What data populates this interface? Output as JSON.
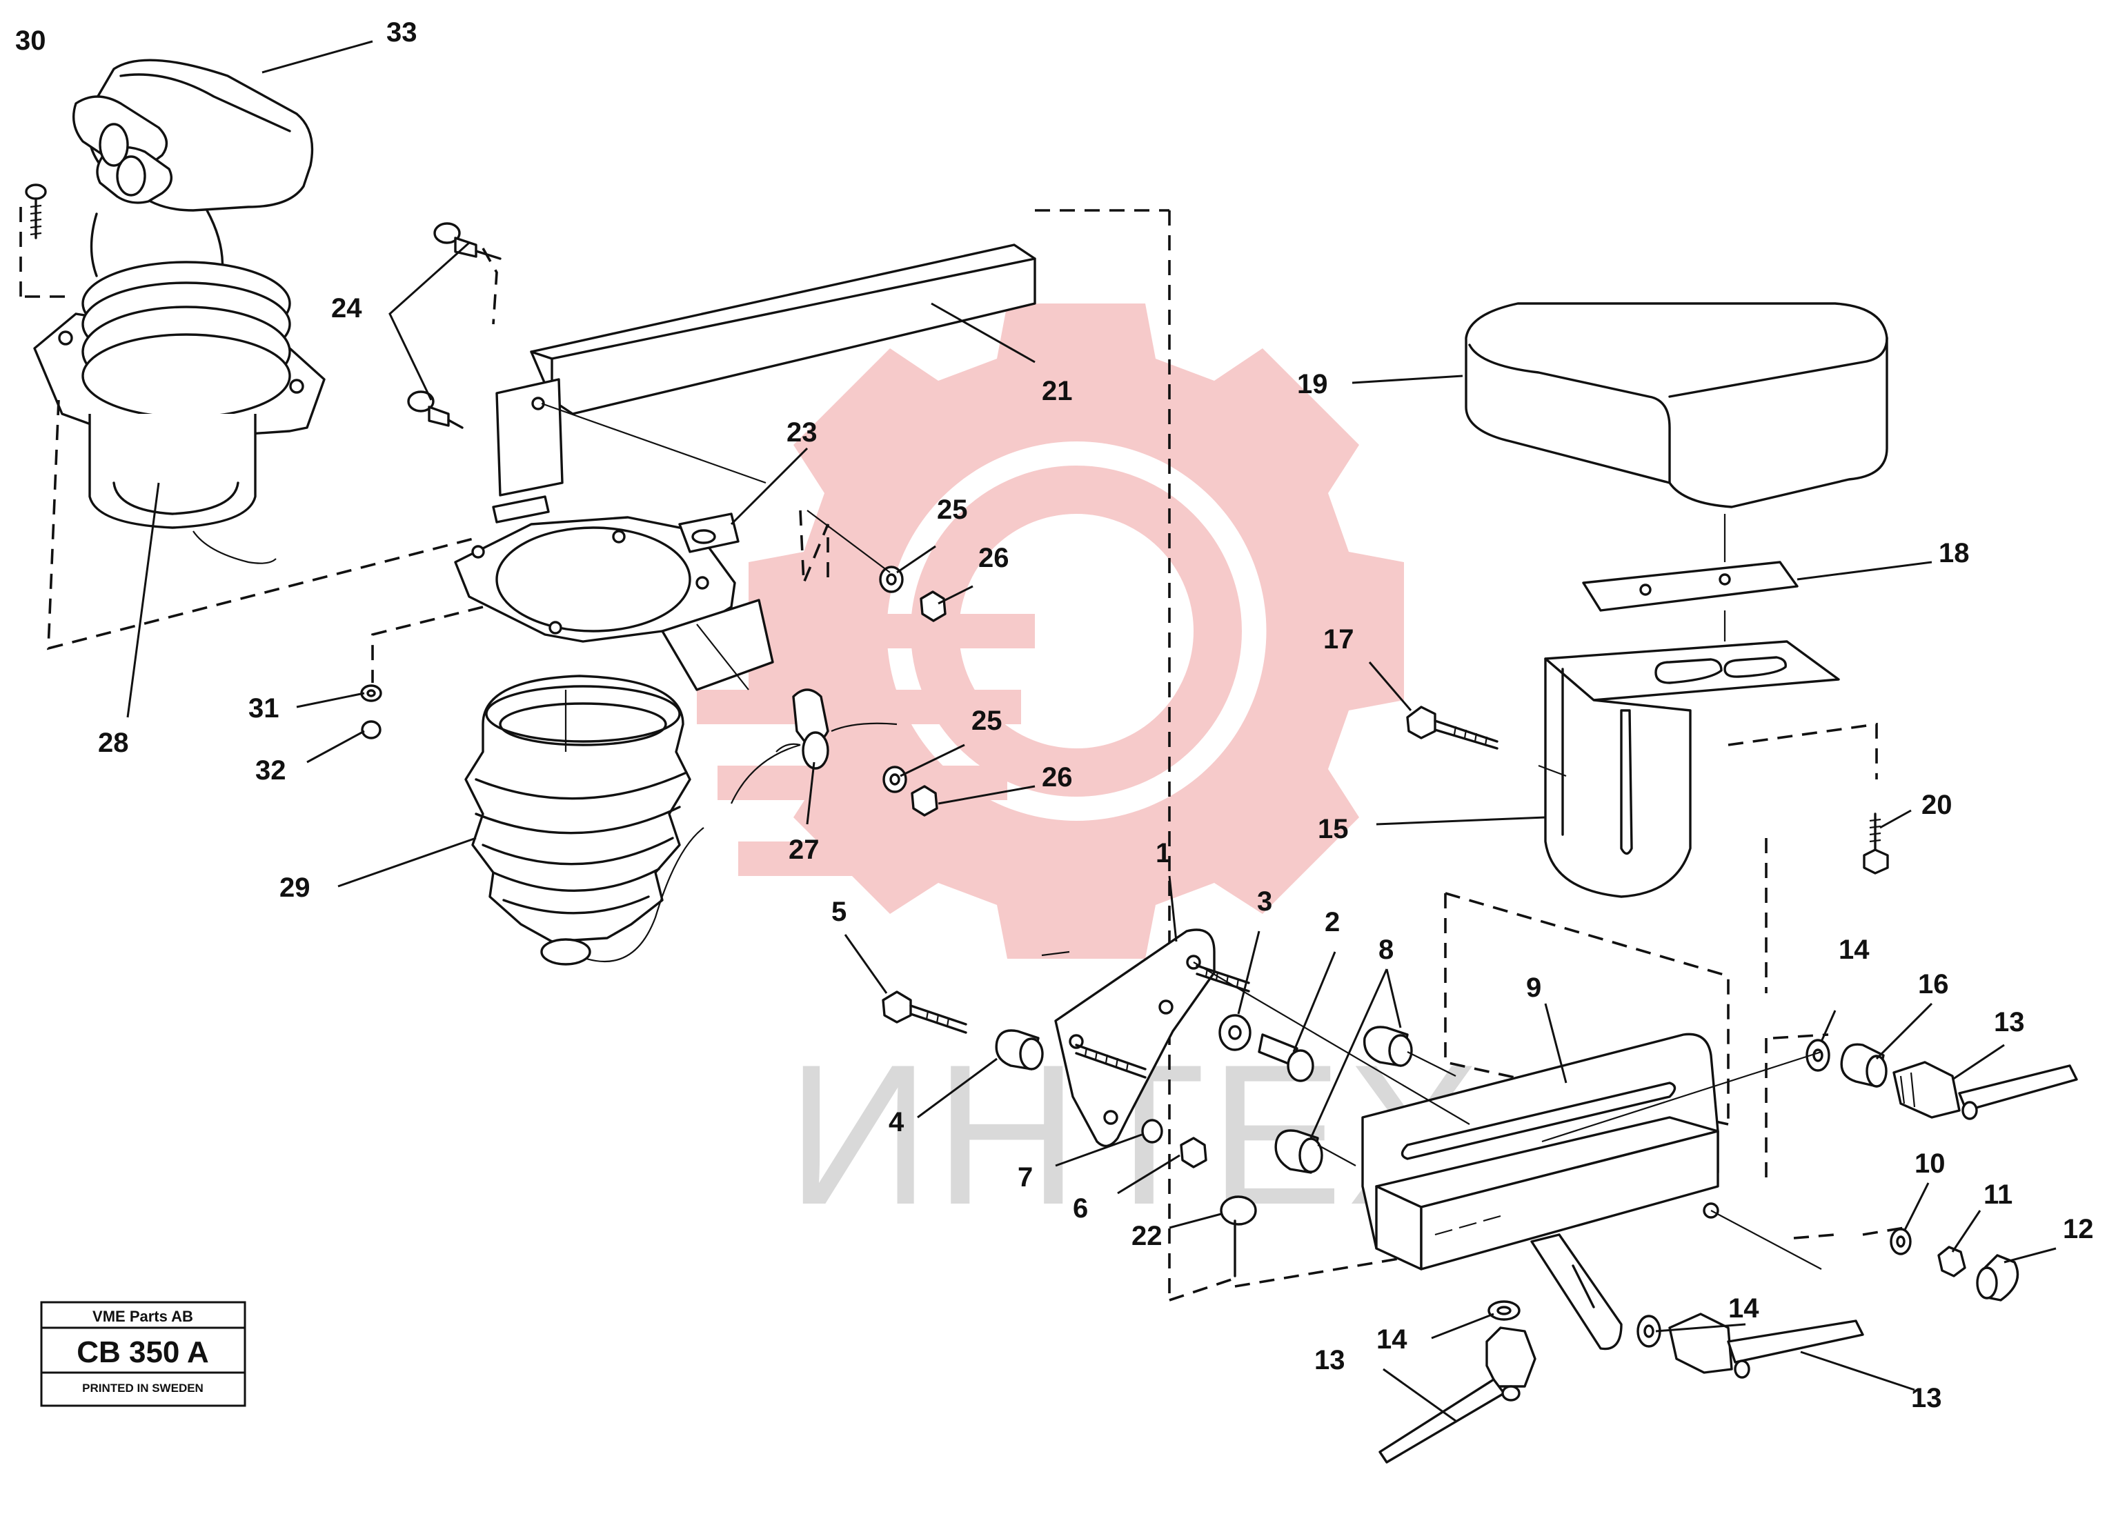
{
  "title_block": {
    "company": "VME Parts AB",
    "code": "CB 350 A",
    "printed": "PRINTED IN SWEDEN"
  },
  "watermark": {
    "text": "ИНТЕХ",
    "logo": "gear-logo",
    "colors": {
      "gear": "#f6caca",
      "text": "#d9d9d9"
    }
  },
  "callouts": {
    "c1": "1",
    "c2": "2",
    "c3": "3",
    "c4": "4",
    "c5": "5",
    "c6": "6",
    "c7": "7",
    "c8": "8",
    "c9": "9",
    "c10": "10",
    "c11": "11",
    "c12": "12",
    "c13a": "13",
    "c13b": "13",
    "c13c": "13",
    "c14a": "14",
    "c14b": "14",
    "c14c": "14",
    "c15": "15",
    "c16": "16",
    "c17": "17",
    "c18": "18",
    "c19": "19",
    "c20": "20",
    "c21": "21",
    "c22": "22",
    "c23": "23",
    "c24": "24",
    "c25a": "25",
    "c25b": "25",
    "c26a": "26",
    "c26b": "26",
    "c27": "27",
    "c28": "28",
    "c29": "29",
    "c30": "30",
    "c31": "31",
    "c32": "32",
    "c33": "33"
  }
}
